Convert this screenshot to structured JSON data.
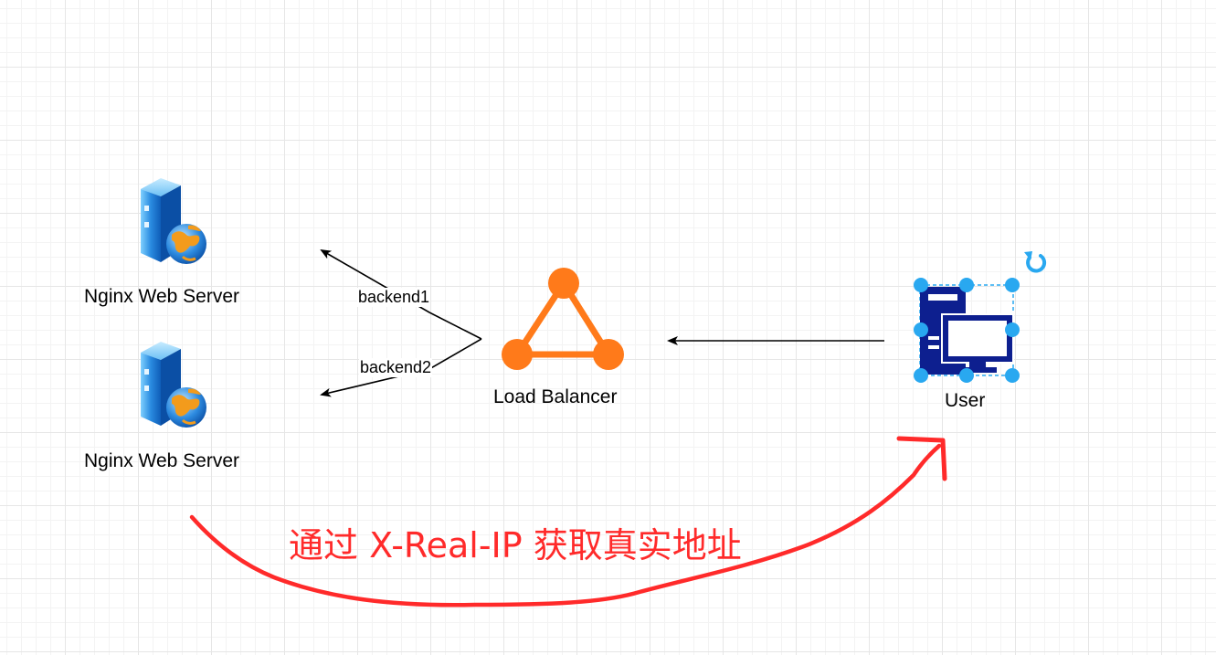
{
  "diagram": {
    "nodes": {
      "server1": {
        "label": "Nginx Web Server",
        "icon": "web-server-icon"
      },
      "server2": {
        "label": "Nginx Web Server",
        "icon": "web-server-icon"
      },
      "load_balancer": {
        "label": "Load Balancer",
        "icon": "load-balancer-icon",
        "color": "#ff7a1a"
      },
      "user": {
        "label": "User",
        "icon": "user-computer-icon",
        "color": "#0d1f8f",
        "selected": true
      }
    },
    "edges": [
      {
        "from": "load_balancer",
        "to": "server1",
        "label": "backend1"
      },
      {
        "from": "load_balancer",
        "to": "server2",
        "label": "backend2"
      },
      {
        "from": "user",
        "to": "load_balancer",
        "label": ""
      }
    ],
    "annotation": {
      "text": "通过 X-Real-IP 获取真实地址",
      "color": "#ff2a2a"
    },
    "selection_color": "#29a8f0"
  }
}
